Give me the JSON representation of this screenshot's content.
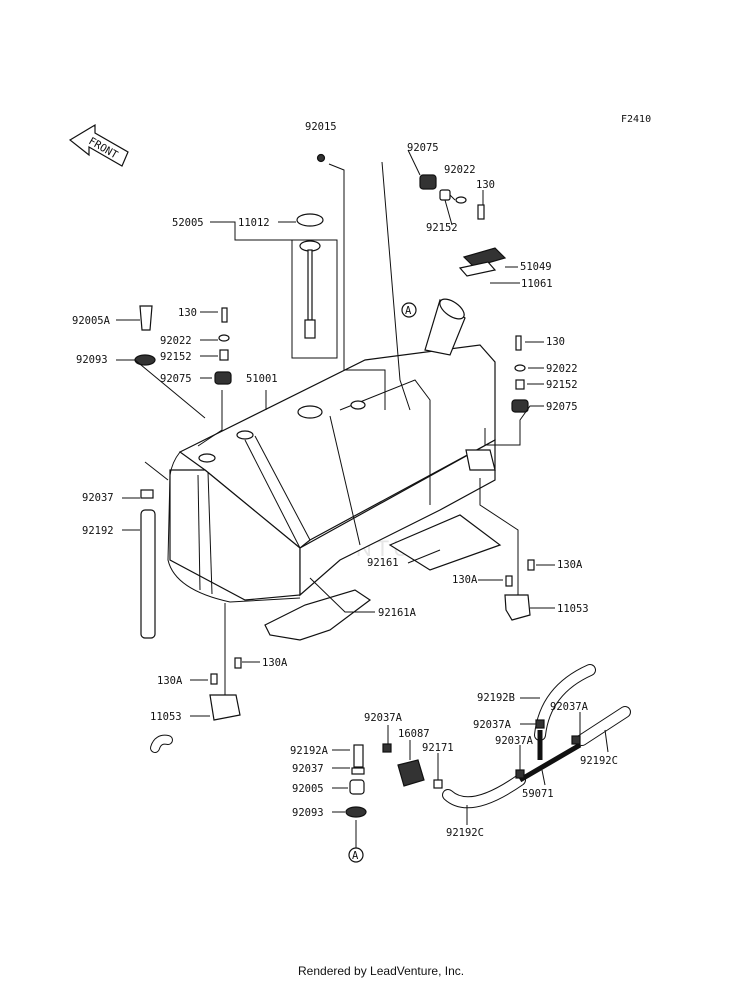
{
  "figure_code": "F2410",
  "front_label": "FRONT",
  "watermark": "LEADVENTURE",
  "footer": "Rendered by LeadVenture, Inc.",
  "ref_marker": "A",
  "callouts": {
    "c92015": "92015",
    "c92075a": "92075",
    "c92022a": "92022",
    "c130a": "130",
    "c92152a": "92152",
    "c52005": "52005",
    "c11012": "11012",
    "c51049": "51049",
    "c11061": "11061",
    "c92005A": "92005A",
    "c130b": "130",
    "c92022b": "92022",
    "c92093a": "92093",
    "c92152b": "92152",
    "c92075b": "92075",
    "c51001": "51001",
    "c130c": "130",
    "c92022c": "92022",
    "c92152c": "92152",
    "c92075c": "92075",
    "c92037a": "92037",
    "c92192": "92192",
    "c92161": "92161",
    "c130Aa": "130A",
    "c130Ab": "130A",
    "c11053a": "11053",
    "c92161A": "92161A",
    "c130Ac": "130A",
    "c130Ad": "130A",
    "c11053b": "11053",
    "c92192B": "92192B",
    "c92037Aa": "92037A",
    "c92037Ab": "92037A",
    "c92037Ac": "92037A",
    "c92037Ad": "92037A",
    "c92192A": "92192A",
    "c16087": "16087",
    "c92171": "92171",
    "c92037b": "92037",
    "c92005": "92005",
    "c92093b": "92093",
    "c92192C1": "92192C",
    "c59071": "59071",
    "c92192C2": "92192C"
  }
}
